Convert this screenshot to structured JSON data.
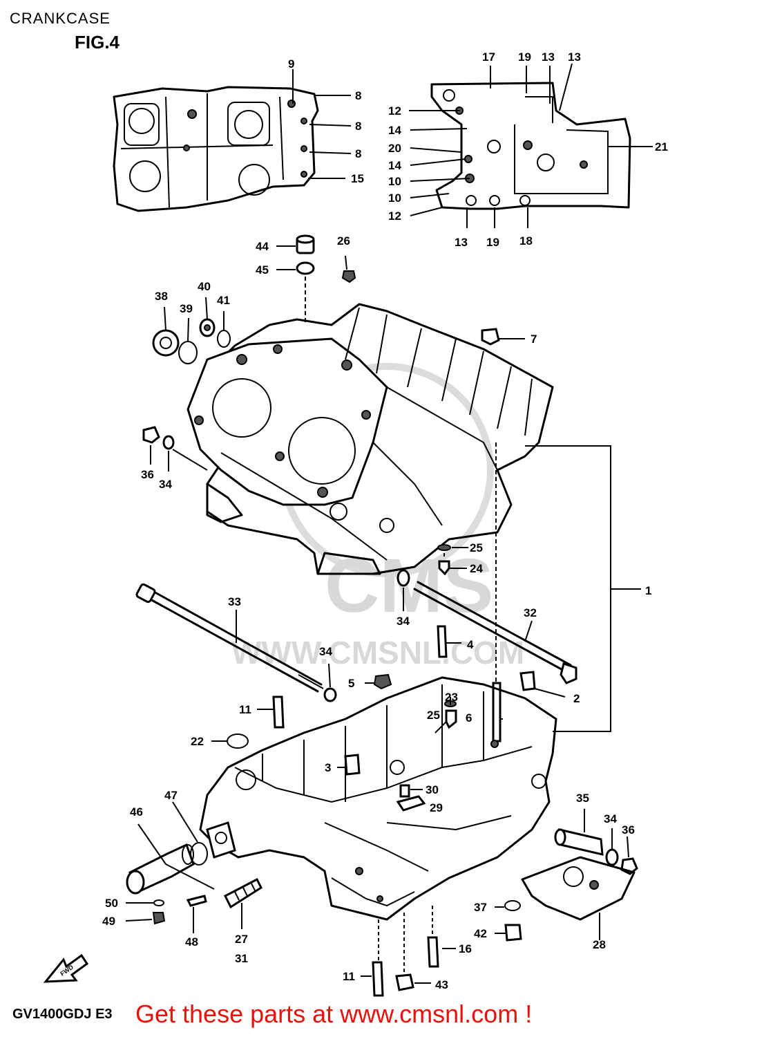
{
  "header": {
    "title": "CRANKCASE",
    "figure": "FIG.4"
  },
  "footer": {
    "model_code": "GV1400GDJ E3",
    "call_to_action": "Get these parts at www.cmsnl.com !"
  },
  "watermark": {
    "brand": "CMS",
    "url": "WWW.CMSNL.COM"
  },
  "arrow_label": "FWD",
  "callouts": [
    {
      "id": "c9",
      "text": "9"
    },
    {
      "id": "c8a",
      "text": "8"
    },
    {
      "id": "c8b",
      "text": "8"
    },
    {
      "id": "c8c",
      "text": "8"
    },
    {
      "id": "c15",
      "text": "15"
    },
    {
      "id": "c17",
      "text": "17"
    },
    {
      "id": "c19a",
      "text": "19"
    },
    {
      "id": "c13a",
      "text": "13"
    },
    {
      "id": "c13b",
      "text": "13"
    },
    {
      "id": "c12a",
      "text": "12"
    },
    {
      "id": "c14a",
      "text": "14"
    },
    {
      "id": "c20",
      "text": "20"
    },
    {
      "id": "c21",
      "text": "21"
    },
    {
      "id": "c14b",
      "text": "14"
    },
    {
      "id": "c10a",
      "text": "10"
    },
    {
      "id": "c10b",
      "text": "10"
    },
    {
      "id": "c12b",
      "text": "12"
    },
    {
      "id": "c13c",
      "text": "13"
    },
    {
      "id": "c19b",
      "text": "19"
    },
    {
      "id": "c18",
      "text": "18"
    },
    {
      "id": "c44",
      "text": "44"
    },
    {
      "id": "c26",
      "text": "26"
    },
    {
      "id": "c45",
      "text": "45"
    },
    {
      "id": "c38",
      "text": "38"
    },
    {
      "id": "c40",
      "text": "40"
    },
    {
      "id": "c39",
      "text": "39"
    },
    {
      "id": "c41",
      "text": "41"
    },
    {
      "id": "c7",
      "text": "7"
    },
    {
      "id": "c36a",
      "text": "36"
    },
    {
      "id": "c34a",
      "text": "34"
    },
    {
      "id": "c25a",
      "text": "25"
    },
    {
      "id": "c24",
      "text": "24"
    },
    {
      "id": "c1",
      "text": "1"
    },
    {
      "id": "c33",
      "text": "33"
    },
    {
      "id": "c32",
      "text": "32"
    },
    {
      "id": "c34b",
      "text": "34"
    },
    {
      "id": "c4",
      "text": "4"
    },
    {
      "id": "c34c",
      "text": "34"
    },
    {
      "id": "c5",
      "text": "5"
    },
    {
      "id": "c2",
      "text": "2"
    },
    {
      "id": "c11a",
      "text": "11"
    },
    {
      "id": "c23",
      "text": "23"
    },
    {
      "id": "c25b",
      "text": "25"
    },
    {
      "id": "c6",
      "text": "6"
    },
    {
      "id": "c22",
      "text": "22"
    },
    {
      "id": "c3",
      "text": "3"
    },
    {
      "id": "c30",
      "text": "30"
    },
    {
      "id": "c29",
      "text": "29"
    },
    {
      "id": "c47",
      "text": "47"
    },
    {
      "id": "c46",
      "text": "46"
    },
    {
      "id": "c35",
      "text": "35"
    },
    {
      "id": "c34d",
      "text": "34"
    },
    {
      "id": "c36b",
      "text": "36"
    },
    {
      "id": "c50",
      "text": "50"
    },
    {
      "id": "c49",
      "text": "49"
    },
    {
      "id": "c48",
      "text": "48"
    },
    {
      "id": "c27",
      "text": "27"
    },
    {
      "id": "c31",
      "text": "31"
    },
    {
      "id": "c37",
      "text": "37"
    },
    {
      "id": "c42",
      "text": "42"
    },
    {
      "id": "c28",
      "text": "28"
    },
    {
      "id": "c16",
      "text": "16"
    },
    {
      "id": "c11b",
      "text": "11"
    },
    {
      "id": "c43",
      "text": "43"
    }
  ]
}
